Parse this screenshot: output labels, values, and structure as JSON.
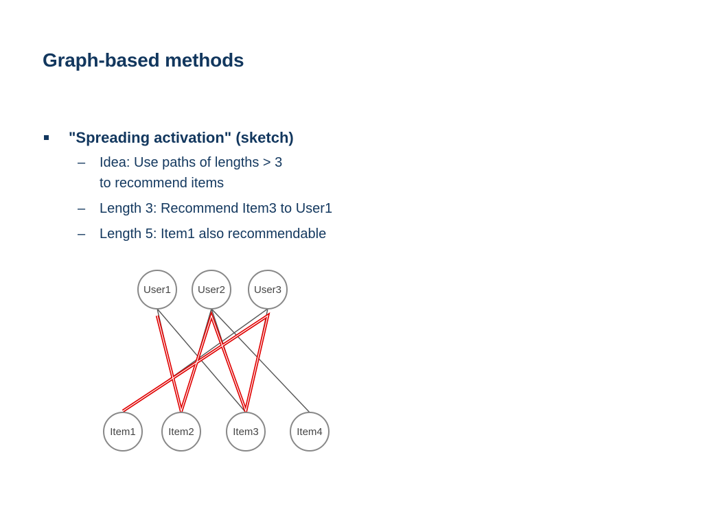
{
  "slide": {
    "title": "Graph-based methods"
  },
  "bullets": [
    {
      "text": "\"Spreading activation\" (sketch)",
      "sub": [
        {
          "lines": [
            "Idea: Use paths of lengths > 3",
            "to recommend items"
          ]
        },
        {
          "lines": [
            "Length 3: Recommend Item3 to User1"
          ]
        },
        {
          "lines": [
            "Length 5: Item1 also recommendable"
          ]
        }
      ],
      "dash": "–"
    }
  ],
  "diagram": {
    "users": [
      "User1",
      "User2",
      "User3"
    ],
    "items": [
      "Item1",
      "Item2",
      "Item3",
      "Item4"
    ],
    "edges": [
      [
        "User1",
        "Item2"
      ],
      [
        "User1",
        "Item3"
      ],
      [
        "User2",
        "Item2"
      ],
      [
        "User2",
        "Item3"
      ],
      [
        "User2",
        "Item4"
      ],
      [
        "User3",
        "Item1"
      ],
      [
        "User3",
        "Item3"
      ]
    ],
    "highlighted_path": [
      "User1",
      "Item2",
      "User2",
      "Item3",
      "User3",
      "Item1"
    ],
    "colors": {
      "edge": "#555555",
      "highlight": "#e00000",
      "node_stroke": "#888888",
      "text": "#12375e"
    }
  }
}
